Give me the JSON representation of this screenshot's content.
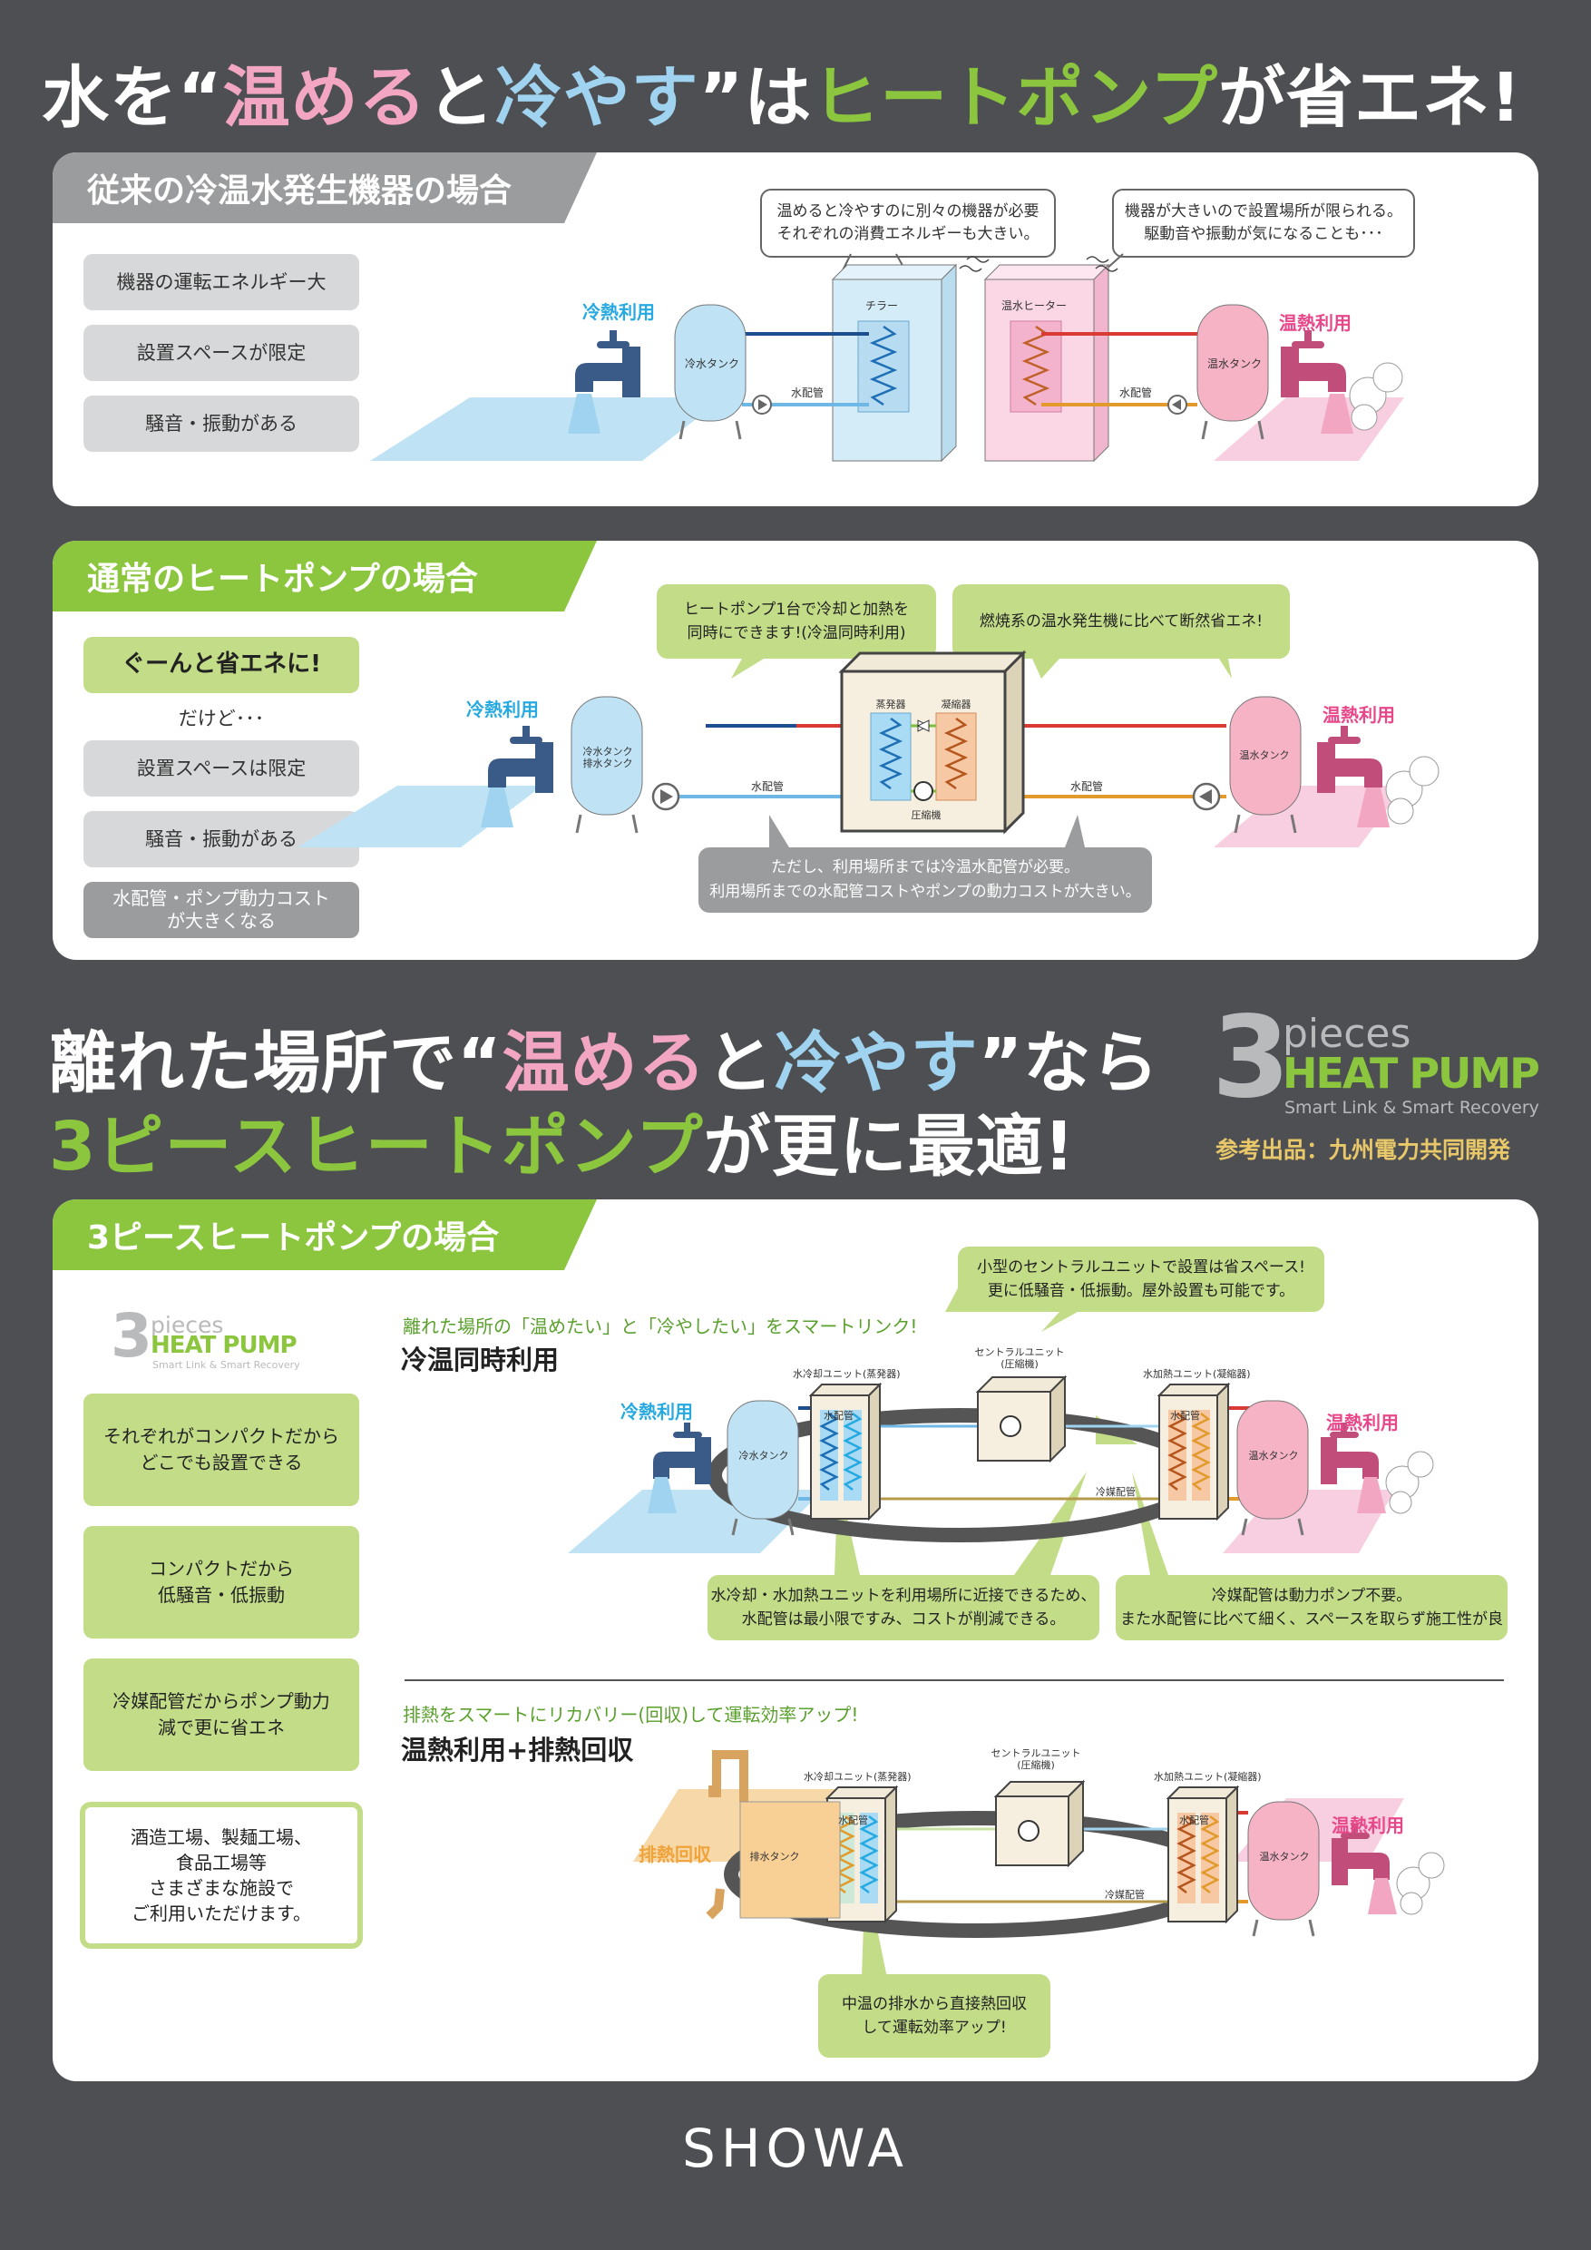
{
  "headline1": {
    "a": "水を“",
    "b": "温める",
    "c": "と",
    "d": "冷やす",
    "e": "”は",
    "f": "ヒートポンプ",
    "g": "が省エネ!"
  },
  "s1": {
    "title": "従来の冷温水発生機器の場合",
    "points": [
      "機器の運転エネルギー大",
      "設置スペースが限定",
      "騒音・振動がある"
    ],
    "bubble1": [
      "温めると冷やすのに別々の機器が必要",
      "それぞれの消費エネルギーも大きい。"
    ],
    "bubble2": [
      "機器が大きいので設置場所が限られる。",
      "駆動音や振動が気になることも･･･"
    ],
    "cold": "冷熱利用",
    "hot": "温熱利用",
    "chiller": "チラー",
    "heater": "温水ヒーター",
    "cold_tank": "冷水タンク",
    "hot_tank": "温水タンク",
    "pipe": "水配管"
  },
  "s2": {
    "title": "通常のヒートポンプの場合",
    "highlight": "ぐーんと省エネに!",
    "but": "だけど･･･",
    "points": [
      "設置スペースは限定",
      "騒音・振動がある"
    ],
    "point3": [
      "水配管・ポンプ動力コスト",
      "が大きくなる"
    ],
    "bubble1": [
      "ヒートポンプ1台で冷却と加熱を",
      "同時にできます!(冷温同時利用)"
    ],
    "bubble2": "燃焼系の温水発生機に比べて断然省エネ!",
    "bubble3": [
      "ただし、利用場所までは冷温水配管が必要。",
      "利用場所までの水配管コストやポンプの動力コストが大きい。"
    ],
    "cold": "冷熱利用",
    "hot": "温熱利用",
    "cold_tank": [
      "冷水タンク",
      "排水タンク"
    ],
    "hot_tank": "温水タンク",
    "evap": "蒸発器",
    "cond": "凝縮器",
    "comp": "圧縮機",
    "pipe": "水配管"
  },
  "headline2": {
    "l1a": "離れた場所で“",
    "l1b": "温める",
    "l1c": "と",
    "l1d": "冷やす",
    "l1e": "”なら",
    "l2a": "3ピースヒートポンプ",
    "l2b": "が更に最適!"
  },
  "logo": {
    "num": "3",
    "pieces": "pieces",
    "hp": "HEAT PUMP",
    "sub": "Smart Link & Smart Recovery",
    "note": "参考出品：九州電力共同開発"
  },
  "s3": {
    "title": "3ピースヒートポンプの場合",
    "boxes": [
      [
        "それぞれがコンパクトだから",
        "どこでも設置できる"
      ],
      [
        "コンパクトだから",
        "低騒音・低振動"
      ],
      [
        "冷媒配管だからポンプ動力",
        "減で更に省エネ"
      ]
    ],
    "box4": [
      "酒造工場、製麺工場、",
      "食品工場等",
      "さまざまな施設で",
      "ご利用いただけます。"
    ],
    "d1_lead": "離れた場所の「温めたい」と「冷やしたい」をスマートリンク!",
    "d1_title": "冷温同時利用",
    "d1_bub_top": [
      "小型のセントラルユニットで設置は省スペース!",
      "更に低騒音・低振動。屋外設置も可能です。"
    ],
    "d1_bub_left": [
      "水冷却・水加熱ユニットを利用場所に近接できるため、",
      "水配管は最小限ですみ、コストが削減できる。"
    ],
    "d1_bub_right": [
      "冷媒配管は動力ポンプ不要。",
      "また水配管に比べて細く、スペースを取らず施工性が良"
    ],
    "d2_lead": "排熱をスマートにリカバリー(回収)して運転効率アップ!",
    "d2_title": "温熱利用+排熱回収",
    "d2_bub": [
      "中温の排水から直接熱回収",
      "して運転効率アップ!"
    ],
    "cold": "冷熱利用",
    "hot": "温熱利用",
    "recovery": "排熱回収",
    "central": [
      "セントラルユニット",
      "(圧縮機)"
    ],
    "cool_unit": "水冷却ユニット(蒸発器)",
    "heat_unit": "水加熱ユニット(凝縮器)",
    "cold_tank": "冷水タンク",
    "hot_tank": "温水タンク",
    "drain_tank": "排水タンク",
    "water_pipe": "水配管",
    "ref_pipe": "冷媒配管"
  },
  "footer": "SHOWA",
  "colors": {
    "green": "#8cc63f",
    "lightgreen": "#c3dc88",
    "pink": "#f3a6c1",
    "skyblue": "#9fd3ef",
    "coldlabel": "#27a9e1",
    "hotlabel": "#e8488a",
    "gray": "#9b9c9e",
    "bg": "#4d4f52"
  }
}
